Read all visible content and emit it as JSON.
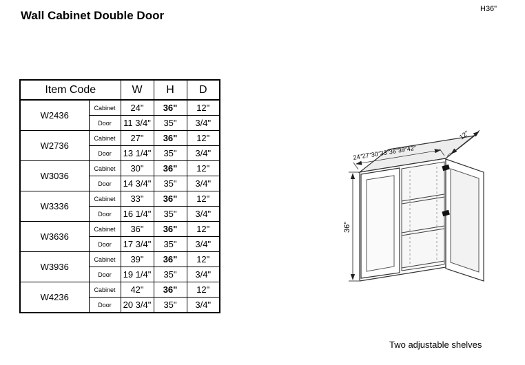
{
  "page": {
    "title": "Wall Cabinet Double Door",
    "corner_label": "H36\"",
    "footer_note": "Two adjustable shelves"
  },
  "table": {
    "headers": {
      "item_code": "Item Code",
      "w": "W",
      "h": "H",
      "d": "D"
    },
    "row_labels": {
      "cabinet": "Cabinet",
      "door": "Door"
    },
    "rows": [
      {
        "code": "W2436",
        "cabinet": {
          "w": "24\"",
          "h": "36\"",
          "d": "12\""
        },
        "door": {
          "w": "11 3/4\"",
          "h": "35\"",
          "d": "3/4\""
        }
      },
      {
        "code": "W2736",
        "cabinet": {
          "w": "27\"",
          "h": "36\"",
          "d": "12\""
        },
        "door": {
          "w": "13 1/4\"",
          "h": "35\"",
          "d": "3/4\""
        }
      },
      {
        "code": "W3036",
        "cabinet": {
          "w": "30\"",
          "h": "36\"",
          "d": "12\""
        },
        "door": {
          "w": "14 3/4\"",
          "h": "35\"",
          "d": "3/4\""
        }
      },
      {
        "code": "W3336",
        "cabinet": {
          "w": "33\"",
          "h": "36\"",
          "d": "12\""
        },
        "door": {
          "w": "16 1/4\"",
          "h": "35\"",
          "d": "3/4\""
        }
      },
      {
        "code": "W3636",
        "cabinet": {
          "w": "36\"",
          "h": "36\"",
          "d": "12\""
        },
        "door": {
          "w": "17 3/4\"",
          "h": "35\"",
          "d": "3/4\""
        }
      },
      {
        "code": "W3936",
        "cabinet": {
          "w": "39\"",
          "h": "36\"",
          "d": "12\""
        },
        "door": {
          "w": "19 1/4\"",
          "h": "35\"",
          "d": "3/4\""
        }
      },
      {
        "code": "W4236",
        "cabinet": {
          "w": "42\"",
          "h": "36\"",
          "d": "12\""
        },
        "door": {
          "w": "20 3/4\"",
          "h": "35\"",
          "d": "3/4\""
        }
      }
    ]
  },
  "diagram": {
    "width_labels": "24\"27\"30\"33\"36\"39\"42\"",
    "depth_label": "12\"",
    "height_label": "36\""
  }
}
